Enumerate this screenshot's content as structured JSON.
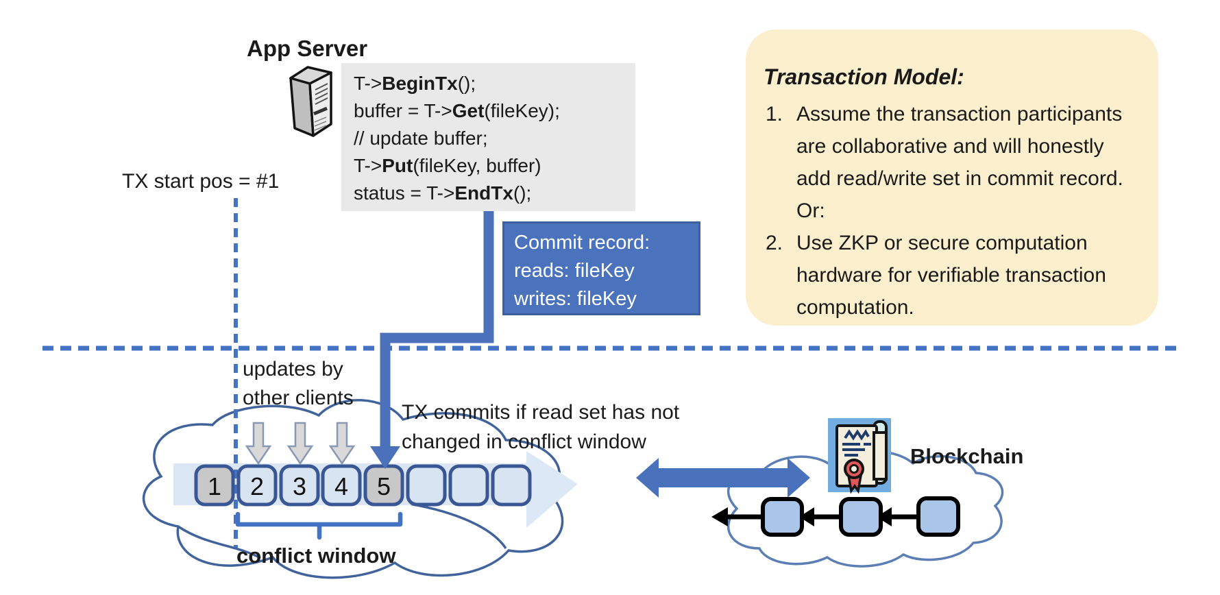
{
  "colors": {
    "accent_blue": "#4472C4",
    "connector_blue": "#4A71BA",
    "box_border_blue": "#3A5795",
    "gray_box_fill": "#C8C8C8",
    "light_box_fill": "#D9E4F2",
    "band_fill": "#DBE6F4",
    "note_bg": "#FBEFCD",
    "commit_bg": "#4B72BC",
    "commit_border": "#3E5F9E",
    "code_bg": "#E9E9E9",
    "cloud_stroke": "#41639C",
    "block_fill": "#A9C6E8",
    "icon_bg": "#71ADDF",
    "seal_red": "#E2585A",
    "icon_navy": "#1F3B6E"
  },
  "app_server": {
    "title": "App Server"
  },
  "code_block": {
    "lines": [
      [
        {
          "t": "T->"
        },
        {
          "t": "BeginTx",
          "b": true
        },
        {
          "t": "();"
        }
      ],
      [
        {
          "t": "buffer = T->"
        },
        {
          "t": "Get",
          "b": true
        },
        {
          "t": "(fileKey);"
        }
      ],
      [
        {
          "t": "// update buffer;"
        }
      ],
      [
        {
          "t": "T->"
        },
        {
          "t": "Put",
          "b": true
        },
        {
          "t": "(fileKey, buffer)"
        }
      ],
      [
        {
          "t": "status = T->"
        },
        {
          "t": "EndTx",
          "b": true
        },
        {
          "t": "();"
        }
      ]
    ]
  },
  "tx_start_label": "TX start pos = #1",
  "commit_record": {
    "lines": [
      "Commit record:",
      "reads: fileKey",
      "writes: fileKey"
    ]
  },
  "transaction_model": {
    "title": "Transaction Model:",
    "items": [
      {
        "num": "1.",
        "text": "Assume the transaction participants are collaborative and will honestly add read/write set in commit record.  Or:"
      },
      {
        "num": "2.",
        "text": "Use ZKP or secure computation hardware for verifiable transaction computation."
      }
    ]
  },
  "timeline": {
    "updates_label": "updates by\nother clients",
    "tx_commits_label": "TX commits if read set has not\nchanged in conflict window",
    "conflict_window_label": "conflict window",
    "boxes": [
      {
        "label": "1",
        "highlight": true
      },
      {
        "label": "2",
        "highlight": false
      },
      {
        "label": "3",
        "highlight": false
      },
      {
        "label": "4",
        "highlight": false
      },
      {
        "label": "5",
        "highlight": true
      },
      {
        "label": "",
        "highlight": false
      },
      {
        "label": "",
        "highlight": false
      },
      {
        "label": "",
        "highlight": false
      }
    ]
  },
  "blockchain": {
    "label": "Blockchain"
  }
}
